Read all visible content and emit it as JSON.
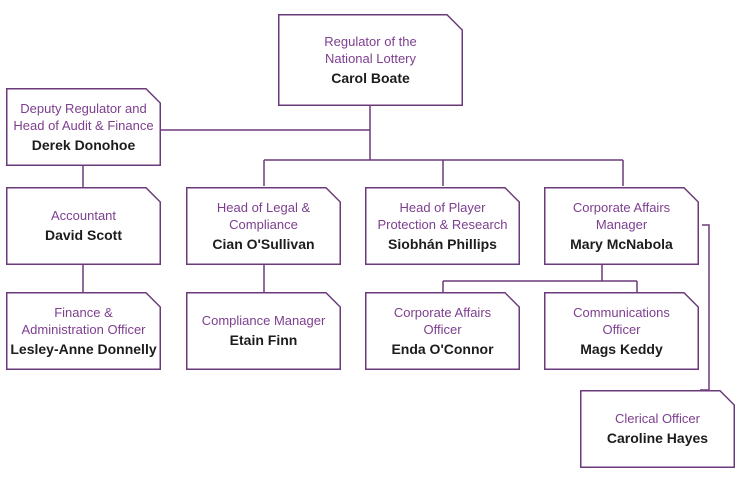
{
  "colors": {
    "border": "#6b3a7a",
    "role_text": "#7d3f8f",
    "name_text": "#1c1c1c"
  },
  "nodes": {
    "regulator": {
      "role": "Regulator of the\nNational Lottery",
      "name": "Carol Boate"
    },
    "deputy": {
      "role": "Deputy Regulator and\nHead of Audit & Finance",
      "name": "Derek Donohoe"
    },
    "accountant": {
      "role": "Accountant",
      "name": "David Scott"
    },
    "finance_admin": {
      "role": "Finance &\nAdministration Officer",
      "name": "Lesley-Anne Donnelly"
    },
    "legal": {
      "role": "Head of Legal &\nCompliance",
      "name": "Cian O'Sullivan"
    },
    "compliance": {
      "role": "Compliance Manager",
      "name": "Etain Finn"
    },
    "player": {
      "role": "Head of Player\nProtection & Research",
      "name": "Siobhán Phillips"
    },
    "corporate": {
      "role": "Corporate Affairs\nManager",
      "name": "Mary McNabola"
    },
    "corp_officer": {
      "role": "Corporate Affairs\nOfficer",
      "name": "Enda O'Connor"
    },
    "comms": {
      "role": "Communications\nOfficer",
      "name": "Mags Keddy"
    },
    "clerical": {
      "role": "Clerical Officer",
      "name": "Caroline Hayes"
    }
  }
}
